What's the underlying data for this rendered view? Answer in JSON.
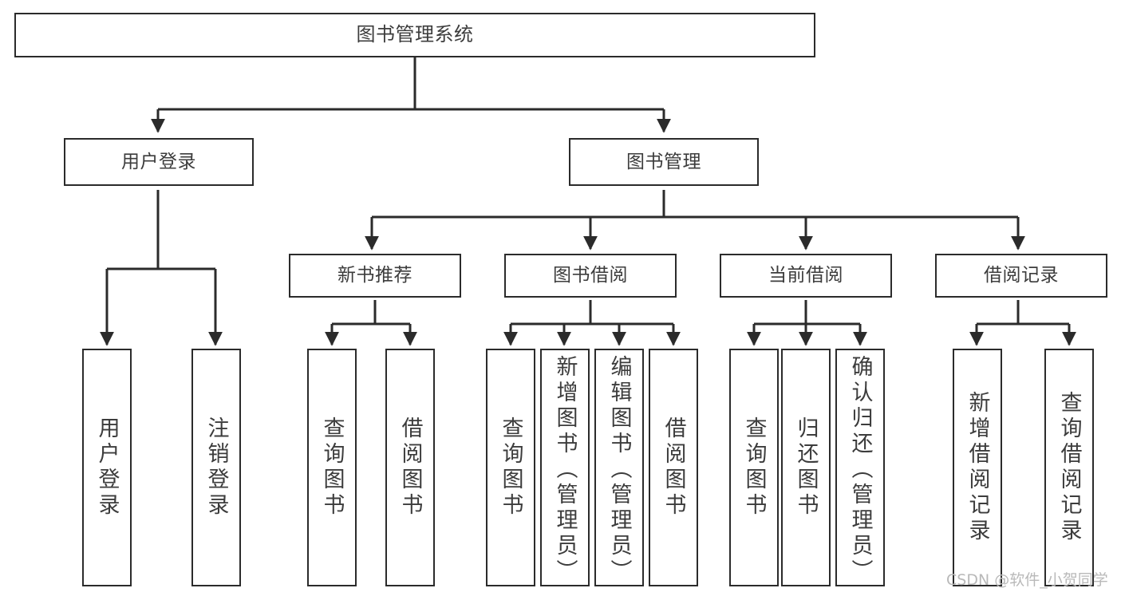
{
  "diagram": {
    "title": "图书管理系统",
    "type": "hierarchy-tree",
    "watermark": "CSDN @软件_小贺同学",
    "colors": {
      "stroke": "#2b2b2b",
      "text": "#3c3c3c",
      "background": "#ffffff",
      "watermark": "#b9b9b9"
    },
    "levels": {
      "root": {
        "label": "图书管理系统"
      },
      "level2": [
        {
          "label": "用户登录"
        },
        {
          "label": "图书管理"
        }
      ],
      "level3": [
        {
          "label": "新书推荐"
        },
        {
          "label": "图书借阅"
        },
        {
          "label": "当前借阅"
        },
        {
          "label": "借阅记录"
        }
      ],
      "leaves": {
        "user_login": [
          {
            "label": "用户登录"
          },
          {
            "label": "注销登录"
          }
        ],
        "new_book_recommend": [
          {
            "label": "查询图书"
          },
          {
            "label": "借阅图书"
          }
        ],
        "book_borrow": [
          {
            "label": "查询图书"
          },
          {
            "label": "新增图书（管理员）"
          },
          {
            "label": "编辑图书（管理员）"
          },
          {
            "label": "借阅图书"
          }
        ],
        "current_borrow": [
          {
            "label": "查询图书"
          },
          {
            "label": "归还图书"
          },
          {
            "label": "确认归还（管理员）"
          }
        ],
        "borrow_record": [
          {
            "label": "新增借阅记录"
          },
          {
            "label": "查询借阅记录"
          }
        ]
      }
    }
  }
}
